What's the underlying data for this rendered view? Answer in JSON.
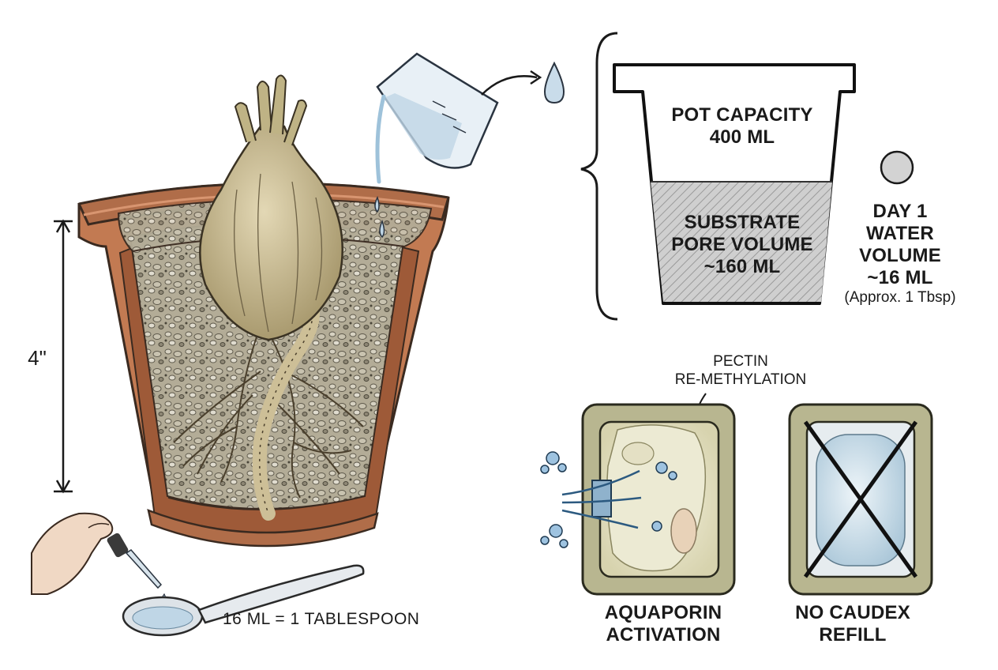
{
  "pot_capacity": {
    "line1": "POT CAPACITY",
    "line2": "400 ML"
  },
  "substrate": {
    "line1": "SUBSTRATE",
    "line2": "PORE VOLUME",
    "line3": "~160 ML"
  },
  "day1": {
    "line1": "DAY 1",
    "line2": "WATER",
    "line3": "VOLUME",
    "line4": "~16 ML",
    "note": "(Approx. 1 Tbsp)"
  },
  "pectin": {
    "line1": "PECTIN",
    "line2": "RE-METHYLATION"
  },
  "aquaporin": {
    "line1": "AQUAPORIN",
    "line2": "ACTIVATION"
  },
  "no_caudex": {
    "line1": "NO CAUDEX",
    "line2": "REFILL"
  },
  "pot_height": "4\"",
  "spoon_equivalence": "16 ML = 1 TABLESPOON",
  "colors": {
    "terracotta": "#c27a52",
    "terracotta_dark": "#9e5a38",
    "soil": "#a49c86",
    "caudex": "#c8b98f",
    "water": "#bfd6e6",
    "substrate_fill": "#c8c8c8"
  },
  "icons": [
    "terracotta-pot",
    "caudex-plant",
    "measuring-cup",
    "water-drop",
    "bracket",
    "pot-capacity-diagram",
    "water-volume-dot",
    "plant-cell-aquaporin",
    "plant-cell-crossed",
    "dropper-hand",
    "tablespoon",
    "height-arrow"
  ]
}
